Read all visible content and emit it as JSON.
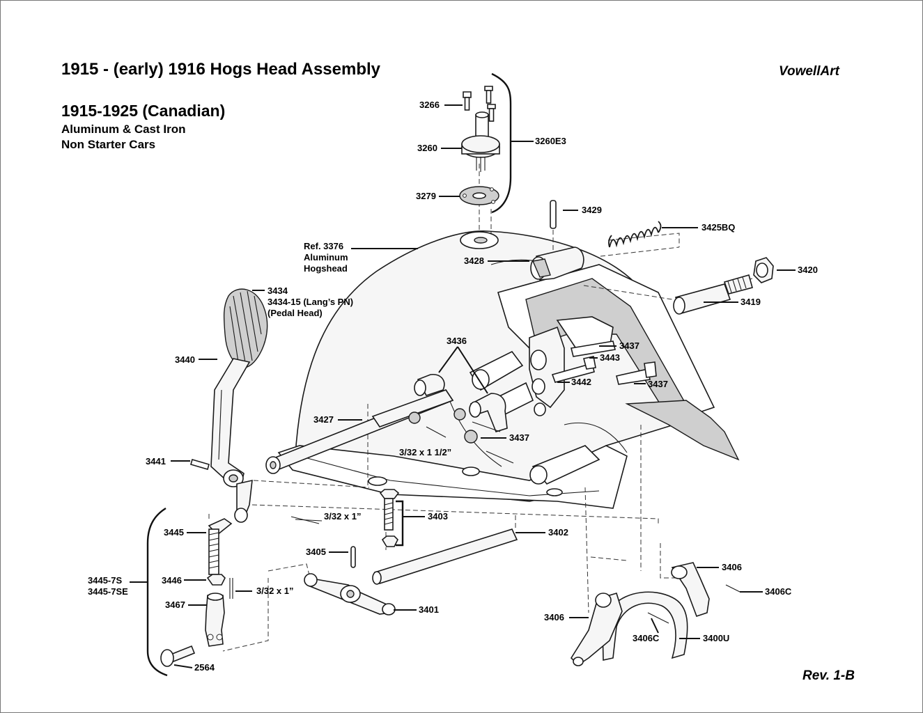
{
  "title": "1915 - (early) 1916 Hogs Head Assembly",
  "brand": "VowellArt",
  "subtitle": "1915-1925 (Canadian)",
  "subtitle_lines": [
    "Aluminum & Cast Iron",
    "Non Starter Cars"
  ],
  "revision": "Rev. 1-B",
  "labels": {
    "p3266": "3266",
    "p3260": "3260",
    "p3260E3": "3260E3",
    "p3279": "3279",
    "p3429": "3429",
    "p3425BQ": "3425BQ",
    "ref3376": [
      "Ref. 3376",
      "Aluminum",
      "Hogshead"
    ],
    "p3428": "3428",
    "p3420": "3420",
    "p3419": "3419",
    "p3434": [
      "3434",
      "3434-15 (Lang’s PN)",
      "(Pedal Head)"
    ],
    "p3436": "3436",
    "p3437a": "3437",
    "p3443": "3443",
    "p3440": "3440",
    "p3442": "3442",
    "p3437b": "3437",
    "p3427": "3427",
    "p3437c": "3437",
    "pin1": "3/32 x 1 1/2”",
    "p3441": "3441",
    "pin2": "3/32 x 1”",
    "p3403": "3403",
    "p3445": "3445",
    "p3402": "3402",
    "p3405": "3405",
    "p3406a": "3406",
    "p3445_7": [
      "3445-7S",
      "3445-7SE"
    ],
    "p3446": "3446",
    "pin3": "3/32 x 1”",
    "p3406C_a": "3406C",
    "p3467": "3467",
    "p3401": "3401",
    "p3406b": "3406",
    "p3406C_b": "3406C",
    "p3400U": "3400U",
    "p2564": "2564"
  }
}
